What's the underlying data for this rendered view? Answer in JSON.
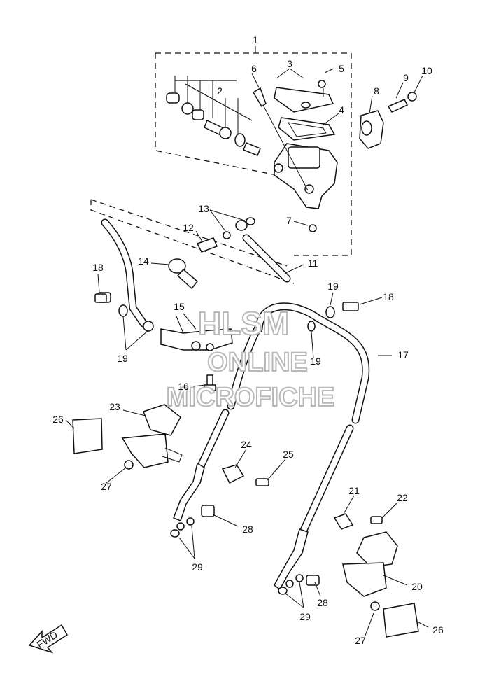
{
  "callouts": [
    {
      "id": "c1",
      "text": "1"
    },
    {
      "id": "c2",
      "text": "2"
    },
    {
      "id": "c3",
      "text": "3"
    },
    {
      "id": "c4",
      "text": "4"
    },
    {
      "id": "c5",
      "text": "5"
    },
    {
      "id": "c6",
      "text": "6"
    },
    {
      "id": "c7",
      "text": "7"
    },
    {
      "id": "c8",
      "text": "8"
    },
    {
      "id": "c9",
      "text": "9"
    },
    {
      "id": "c10",
      "text": "10"
    },
    {
      "id": "c11",
      "text": "11"
    },
    {
      "id": "c12",
      "text": "12"
    },
    {
      "id": "c13",
      "text": "13"
    },
    {
      "id": "c14",
      "text": "14"
    },
    {
      "id": "c15",
      "text": "15"
    },
    {
      "id": "c16",
      "text": "16"
    },
    {
      "id": "c17",
      "text": "17"
    },
    {
      "id": "c18a",
      "text": "18"
    },
    {
      "id": "c18b",
      "text": "18"
    },
    {
      "id": "c19a",
      "text": "19"
    },
    {
      "id": "c19b",
      "text": "19"
    },
    {
      "id": "c19c",
      "text": "19"
    },
    {
      "id": "c20",
      "text": "20"
    },
    {
      "id": "c21",
      "text": "21"
    },
    {
      "id": "c22",
      "text": "22"
    },
    {
      "id": "c23",
      "text": "23"
    },
    {
      "id": "c24",
      "text": "24"
    },
    {
      "id": "c25",
      "text": "25"
    },
    {
      "id": "c26a",
      "text": "26"
    },
    {
      "id": "c26b",
      "text": "26"
    },
    {
      "id": "c27a",
      "text": "27"
    },
    {
      "id": "c27b",
      "text": "27"
    },
    {
      "id": "c28a",
      "text": "28"
    },
    {
      "id": "c28b",
      "text": "28"
    },
    {
      "id": "c29a",
      "text": "29"
    },
    {
      "id": "c29b",
      "text": "29"
    }
  ],
  "watermark": {
    "line1": "HLSM",
    "line2": "ONLINE",
    "line3": "MICROFICHE"
  },
  "fwd_label": "FWD"
}
